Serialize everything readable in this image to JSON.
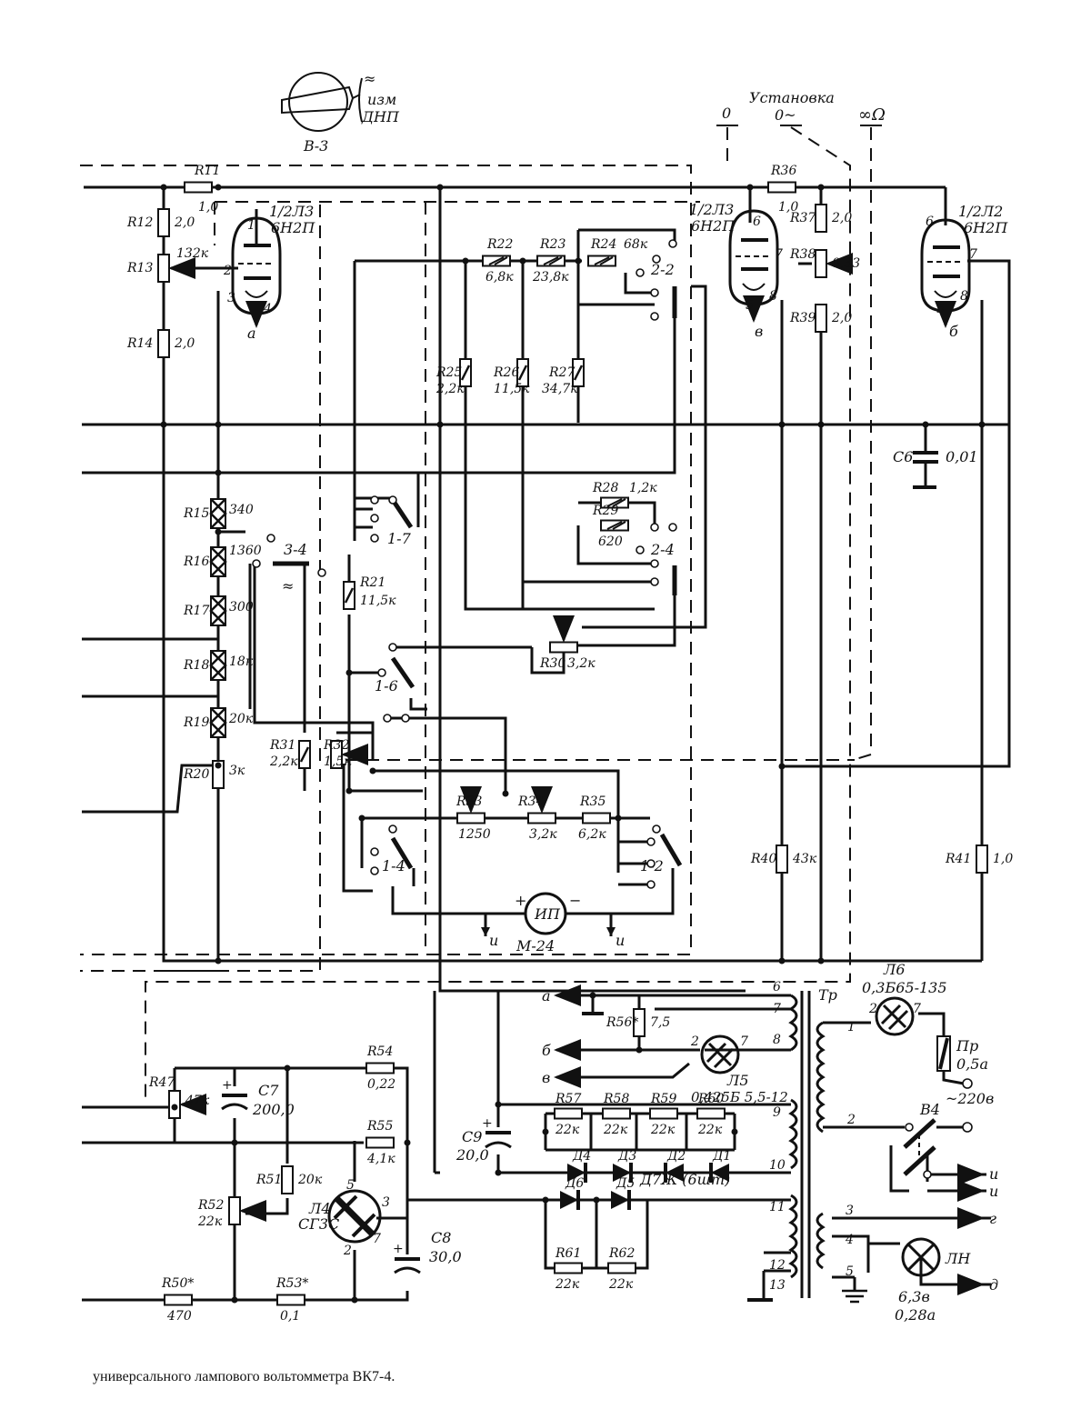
{
  "caption": "универсального лампового вольтомметра ВК7-4.",
  "switch_top": {
    "name": "В-3",
    "positions": [
      "≈",
      "изм",
      "ДНП"
    ]
  },
  "top_labels": {
    "zero": "0",
    "setting": "Установка",
    "setting_zero_ac": "0~",
    "inf_ohm": "∞Ω"
  },
  "tubes": [
    {
      "ref": "1/2Л3",
      "type": "6Н2П",
      "pins": [
        "1",
        "2",
        "3",
        "4"
      ],
      "heater": "а"
    },
    {
      "ref": "1/2Л3",
      "type": "6Н2П",
      "pins": [
        "6",
        "7",
        "5",
        "8"
      ],
      "heater": "в"
    },
    {
      "ref": "1/2Л2",
      "type": "6Н2П",
      "pins": [
        "6",
        "7",
        "5",
        "8"
      ],
      "heater": "б"
    },
    {
      "ref": "Л4",
      "type": "СГ3С",
      "pins": [
        "5",
        "3",
        "2",
        "7"
      ]
    }
  ],
  "resistors": [
    {
      "ref": "R11",
      "value": "1,0"
    },
    {
      "ref": "R12",
      "value": "2,0"
    },
    {
      "ref": "R13",
      "value": "132к"
    },
    {
      "ref": "R14",
      "value": "2,0"
    },
    {
      "ref": "R15",
      "value": "340"
    },
    {
      "ref": "R16",
      "value": "1360"
    },
    {
      "ref": "R17",
      "value": "300"
    },
    {
      "ref": "R18",
      "value": "18к"
    },
    {
      "ref": "R19",
      "value": "20к"
    },
    {
      "ref": "R20",
      "value": "3к"
    },
    {
      "ref": "R21",
      "value": "11,5к"
    },
    {
      "ref": "R22",
      "value": "6,8к"
    },
    {
      "ref": "R23",
      "value": "23,8к"
    },
    {
      "ref": "R24",
      "value": "68к"
    },
    {
      "ref": "R25",
      "value": "2,2к"
    },
    {
      "ref": "R26",
      "value": "11,5к"
    },
    {
      "ref": "R27",
      "value": "34,7к"
    },
    {
      "ref": "R28",
      "value": "1,2к"
    },
    {
      "ref": "R29",
      "value": "620"
    },
    {
      "ref": "R30",
      "value": "3,2к"
    },
    {
      "ref": "R31",
      "value": "2,2к"
    },
    {
      "ref": "R32",
      "value": "1,5к"
    },
    {
      "ref": "R33",
      "value": "1250"
    },
    {
      "ref": "R34",
      "value": "3,2к"
    },
    {
      "ref": "R35",
      "value": "6,2к"
    },
    {
      "ref": "R36",
      "value": "1,0"
    },
    {
      "ref": "R37",
      "value": "2,0"
    },
    {
      "ref": "R38",
      "value": "0,33"
    },
    {
      "ref": "R39",
      "value": "2,0"
    },
    {
      "ref": "R40",
      "value": "43к"
    },
    {
      "ref": "R41",
      "value": "1,0"
    },
    {
      "ref": "R47",
      "value": "47к"
    },
    {
      "ref": "R50*",
      "value": "470"
    },
    {
      "ref": "R51",
      "value": "20к"
    },
    {
      "ref": "R52",
      "value": "22к"
    },
    {
      "ref": "R53*",
      "value": "0,1"
    },
    {
      "ref": "R54",
      "value": "0,22"
    },
    {
      "ref": "R55",
      "value": "4,1к"
    },
    {
      "ref": "R56*",
      "value": "7,5"
    },
    {
      "ref": "R57",
      "value": "22к"
    },
    {
      "ref": "R58",
      "value": "22к"
    },
    {
      "ref": "R59",
      "value": "22к"
    },
    {
      "ref": "R60",
      "value": "22к"
    },
    {
      "ref": "R61",
      "value": "22к"
    },
    {
      "ref": "R62",
      "value": "22к"
    }
  ],
  "capacitors": [
    {
      "ref": "С6",
      "value": "0,01"
    },
    {
      "ref": "С7",
      "value": "200,0"
    },
    {
      "ref": "С8",
      "value": "30,0"
    },
    {
      "ref": "С9",
      "value": "20,0"
    }
  ],
  "switches": [
    "1-7",
    "3-4",
    "1-6",
    "1-4",
    "1-2",
    "2-2",
    "2-4",
    "В4"
  ],
  "switch_marks": {
    "ac": "≈"
  },
  "meter": {
    "ref": "ИП",
    "model": "М-24",
    "plus": "+",
    "minus": "−",
    "ground": [
      "и",
      "и"
    ]
  },
  "diodes": {
    "refs": [
      "Д1",
      "Д2",
      "Д3",
      "Д4",
      "Д5",
      "Д6"
    ],
    "note": "Д7Ж (6шт)"
  },
  "transformer": {
    "ref": "Тр",
    "primary_pins": [
      "1",
      "2"
    ],
    "secondary_pins": [
      "6",
      "7",
      "8",
      "9",
      "10",
      "11",
      "12",
      "13"
    ],
    "filament_pins": [
      "3",
      "4",
      "5"
    ]
  },
  "lamps": [
    {
      "ref": "Л6",
      "type": "0,3Б65-135",
      "pins": [
        "2",
        "7"
      ]
    },
    {
      "ref": "Л5",
      "type": "0,425Б 5,5-12",
      "pins": [
        "2",
        "7"
      ]
    },
    {
      "ref": "ЛН",
      "rating": "6,3в",
      "current": "0,28а"
    }
  ],
  "fuse": {
    "ref": "Пр",
    "value": "0,5а"
  },
  "mains": "~220в",
  "outputs": [
    "а",
    "б",
    "в",
    "и",
    "и",
    "г",
    "д"
  ]
}
